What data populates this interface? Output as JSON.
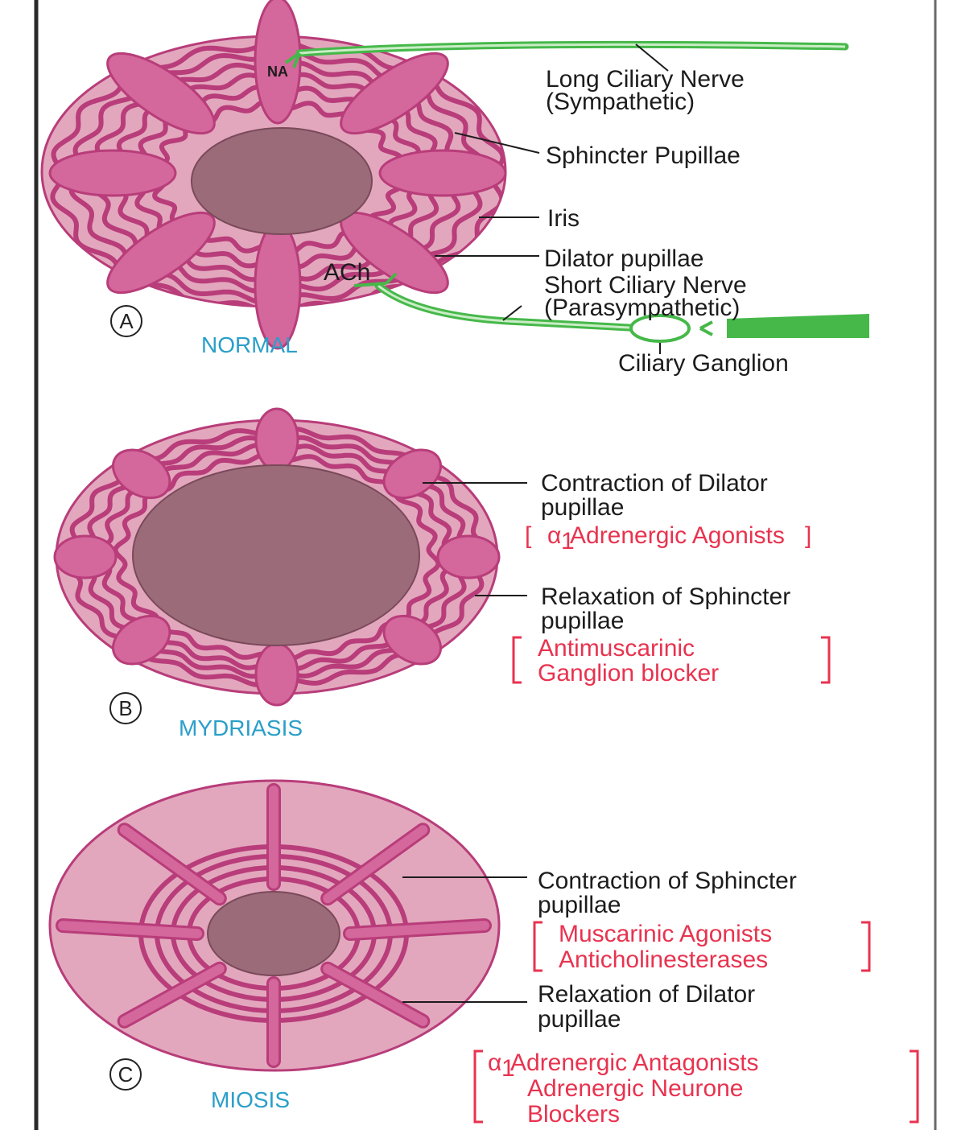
{
  "panels": {
    "a": {
      "letter": "A",
      "caption": "NORMAL",
      "na": "NA",
      "ach": "ACh",
      "long_nerve_1": "Long Ciliary Nerve",
      "long_nerve_2": "(Sympathetic)",
      "sphincter": "Sphincter Pupillae",
      "iris": "Iris",
      "dilator": "Dilator pupillae",
      "short_nerve_1": "Short Ciliary Nerve",
      "short_nerve_2": "(Parasympathetic)",
      "ganglion": "Ciliary Ganglion"
    },
    "b": {
      "letter": "B",
      "caption": "MYDRIASIS",
      "contraction_1": "Contraction of Dilator",
      "contraction_2": "pupillae",
      "agonists": "Adrenergic Agonists",
      "relaxation_1": "Relaxation of Sphincter",
      "relaxation_2": "pupillae",
      "blocker_1": "Antimuscarinic",
      "blocker_2": "Ganglion blocker"
    },
    "c": {
      "letter": "C",
      "caption": "MIOSIS",
      "contraction_1": "Contraction of Sphincter",
      "contraction_2": "pupillae",
      "drug_1": "Muscarinic Agonists",
      "drug_2": "Anticholinesterases",
      "relaxation_1": "Relaxation of Dilator",
      "relaxation_2": "pupillae",
      "antag_1": "Adrenergic Antagonists",
      "antag_2": "Adrenergic Neurone",
      "antag_3": "Blockers"
    }
  },
  "symbols": {
    "alpha": "α",
    "sub1": "1"
  },
  "colors": {
    "iris_fill": "#e3a7bd",
    "muscle": "#b83d7a",
    "pupil": "#9c6b79",
    "nerve": "#46b84a",
    "label_red": "#e8334f",
    "caption_blue": "#2a9fc9"
  }
}
